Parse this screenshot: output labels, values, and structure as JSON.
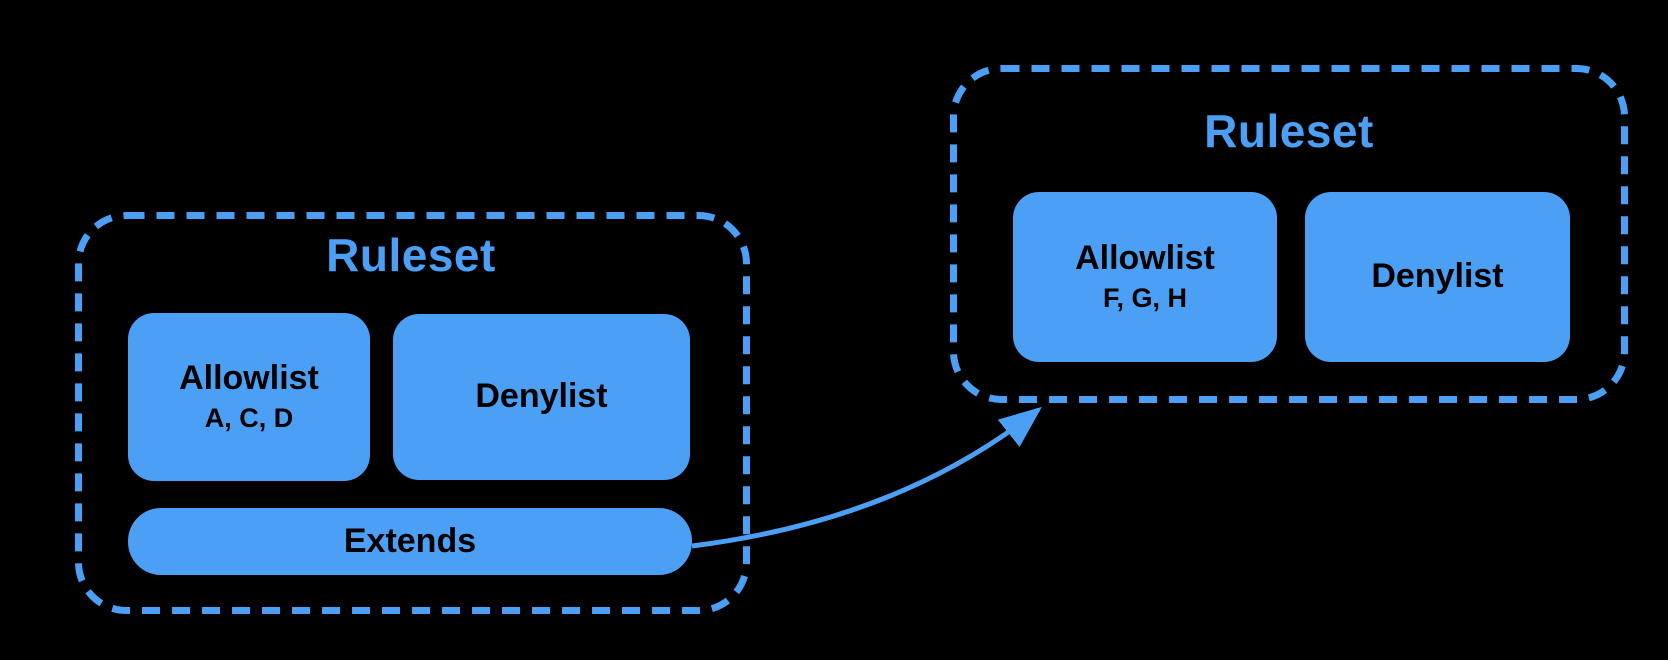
{
  "colors": {
    "background": "#000000",
    "accent_blue": "#4B9FF5",
    "box_text": "#000000"
  },
  "left_ruleset": {
    "title": "Ruleset",
    "allowlist_label": "Allowlist",
    "allowlist_items": "A, C, D",
    "denylist_label": "Denylist",
    "extends_label": "Extends"
  },
  "right_ruleset": {
    "title": "Ruleset",
    "allowlist_label": "Allowlist",
    "allowlist_items": "F, G, H",
    "denylist_label": "Denylist"
  },
  "edges": [
    {
      "from": "left-ruleset-extends-bar",
      "to": "right-ruleset-container",
      "style": "curved-arrow"
    }
  ]
}
